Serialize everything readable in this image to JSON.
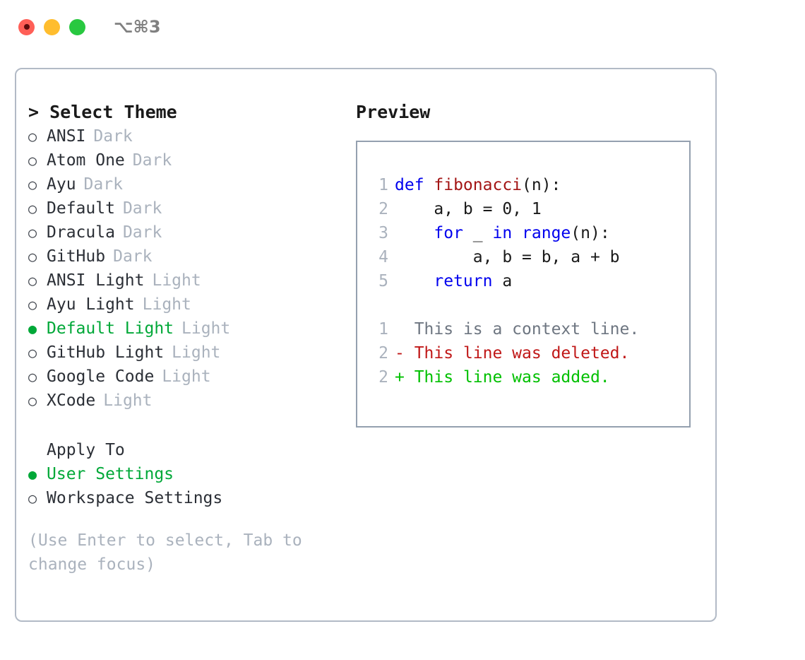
{
  "titlebar": {
    "shortcut": "⌥⌘3",
    "lights": [
      "close",
      "minimize",
      "zoom"
    ]
  },
  "theme_panel": {
    "title": "> Select Theme",
    "bullet_selected": "●",
    "bullet_unselected": "○",
    "items": [
      {
        "label": "ANSI",
        "variant": "Dark",
        "selected": false
      },
      {
        "label": "Atom One",
        "variant": "Dark",
        "selected": false
      },
      {
        "label": "Ayu",
        "variant": "Dark",
        "selected": false
      },
      {
        "label": "Default",
        "variant": "Dark",
        "selected": false
      },
      {
        "label": "Dracula",
        "variant": "Dark",
        "selected": false
      },
      {
        "label": "GitHub",
        "variant": "Dark",
        "selected": false
      },
      {
        "label": "ANSI Light",
        "variant": "Light",
        "selected": false
      },
      {
        "label": "Ayu Light",
        "variant": "Light",
        "selected": false
      },
      {
        "label": "Default Light",
        "variant": "Light",
        "selected": true
      },
      {
        "label": "GitHub Light",
        "variant": "Light",
        "selected": false
      },
      {
        "label": "Google Code",
        "variant": "Light",
        "selected": false
      },
      {
        "label": "XCode",
        "variant": "Light",
        "selected": false
      }
    ]
  },
  "apply_to": {
    "title": "Apply To",
    "options": [
      {
        "label": "User Settings",
        "selected": true
      },
      {
        "label": "Workspace Settings",
        "selected": false
      }
    ]
  },
  "hint": "(Use Enter to select, Tab to change focus)",
  "preview": {
    "title": "Preview",
    "code_lines": [
      {
        "number": "1",
        "tokens": [
          {
            "text": "def ",
            "kind": "kw"
          },
          {
            "text": "fibonacci",
            "kind": "fn"
          },
          {
            "text": "(n):",
            "kind": "plain"
          }
        ]
      },
      {
        "number": "2",
        "tokens": [
          {
            "text": "    a, b = 0, 1",
            "kind": "plain"
          }
        ]
      },
      {
        "number": "3",
        "tokens": [
          {
            "text": "    ",
            "kind": "plain"
          },
          {
            "text": "for",
            "kind": "kw"
          },
          {
            "text": " _ ",
            "kind": "plain"
          },
          {
            "text": "in",
            "kind": "kw"
          },
          {
            "text": " ",
            "kind": "plain"
          },
          {
            "text": "range",
            "kind": "builtin"
          },
          {
            "text": "(n):",
            "kind": "plain"
          }
        ]
      },
      {
        "number": "4",
        "tokens": [
          {
            "text": "        a, b = b, a + b",
            "kind": "plain"
          }
        ]
      },
      {
        "number": "5",
        "tokens": [
          {
            "text": "    ",
            "kind": "plain"
          },
          {
            "text": "return",
            "kind": "kw"
          },
          {
            "text": " a",
            "kind": "plain"
          }
        ]
      }
    ],
    "diff_lines": [
      {
        "number": "1",
        "marker": " ",
        "text": " This is a context line.",
        "kind": "ctx"
      },
      {
        "number": "2",
        "marker": "-",
        "text": " This line was deleted.",
        "kind": "del"
      },
      {
        "number": "2",
        "marker": "+",
        "text": " This line was added.",
        "kind": "add"
      }
    ]
  },
  "colors": {
    "accent_green": "#00a838",
    "muted_gray": "#aab2bd",
    "keyword_blue": "#0000ee",
    "function_red": "#a31515",
    "diff_delete": "#c01818",
    "diff_add": "#00c000",
    "border": "#b2bac6",
    "preview_border": "#94a0af"
  }
}
